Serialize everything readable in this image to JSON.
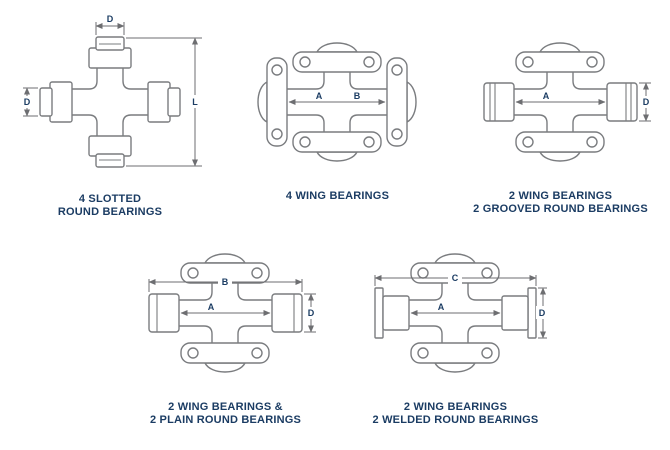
{
  "colors": {
    "caption": "#1b3c63",
    "drawing_line": "#7a7c7f",
    "dimension_line": "#6d6e71",
    "background": "#ffffff"
  },
  "diagrams": [
    {
      "name": "4-slotted-round-bearings",
      "caption1": "4 SLOTTED",
      "caption2": "ROUND BEARINGS",
      "dims": {
        "top": "D",
        "left": "D",
        "right": "L"
      }
    },
    {
      "name": "4-wing-bearings",
      "caption1": "4 WING BEARINGS",
      "caption2": "",
      "dims": {
        "a": "A",
        "b": "B"
      }
    },
    {
      "name": "2-wing-2-grooved-round-bearings",
      "caption1": "2 WING BEARINGS",
      "caption2": "2 GROOVED ROUND BEARINGS",
      "dims": {
        "a": "A",
        "d": "D"
      }
    },
    {
      "name": "2-wing-2-plain-round-bearings",
      "caption1": "2 WING BEARINGS &",
      "caption2": "2 PLAIN ROUND BEARINGS",
      "dims": {
        "a": "A",
        "b": "B",
        "d": "D"
      }
    },
    {
      "name": "2-wing-2-welded-round-bearings",
      "caption1": "2 WING BEARINGS",
      "caption2": "2 WELDED ROUND BEARINGS",
      "dims": {
        "a": "A",
        "c": "C",
        "d": "D"
      }
    }
  ]
}
